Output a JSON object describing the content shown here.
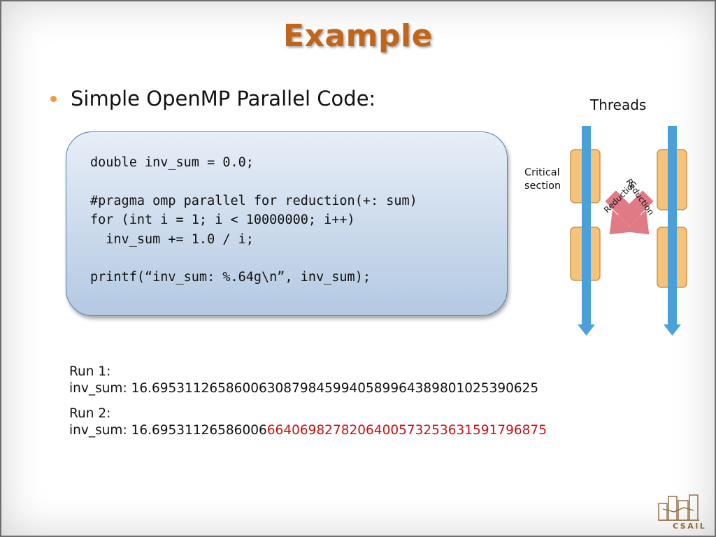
{
  "title": "Example",
  "bullet": "Simple OpenMP Parallel Code:",
  "code_lines": [
    "double inv_sum = 0.0;",
    "",
    "#pragma omp parallel for reduction(+: sum)",
    "for (int i = 1; i < 10000000; i++)",
    "  inv_sum += 1.0 / i;",
    "",
    "printf(“inv_sum: %.64g\\n”, inv_sum);"
  ],
  "diagram": {
    "threads_label": "Threads",
    "critical_label_line1": "Critical",
    "critical_label_line2": "section",
    "reduction_label_1": "Reduction",
    "reduction_label_2": "Reduction"
  },
  "run1": {
    "label": "Run 1:",
    "prefix": "inv_sum: ",
    "value": "16.695311265860063087984599405899643898010253906 25"
  },
  "run2": {
    "label": "Run 2:",
    "prefix": "inv_sum: ",
    "value_common": "16.69531126586006",
    "value_diff": "664069827820640057325363159179687 5"
  },
  "logo_text": "CSAIL",
  "colors": {
    "title": "#c0651c",
    "bullet": "#f09a3e",
    "thread_arrow": "#4aa0d8",
    "critical_box": "#f7c27a",
    "reduction_arrow": "#e07b86",
    "diff_text": "#cc1111"
  }
}
